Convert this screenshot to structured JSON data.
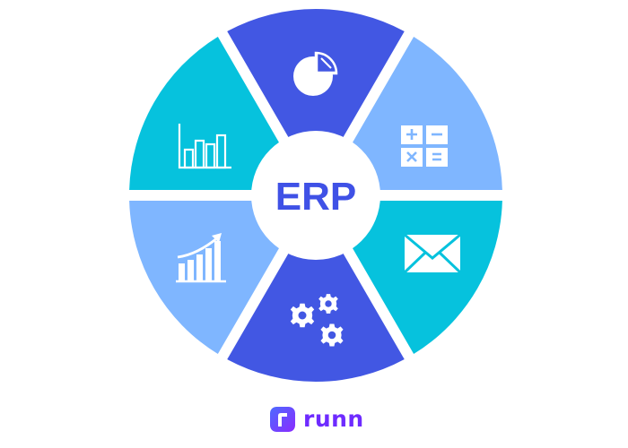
{
  "center": {
    "label": "ERP"
  },
  "segments": [
    {
      "name": "pie-chart",
      "icon": "pie-chart-icon",
      "color": "#4257e3"
    },
    {
      "name": "calculator",
      "icon": "calculator-icon",
      "color": "#7fb6ff"
    },
    {
      "name": "email",
      "icon": "envelope-icon",
      "color": "#06c2dd"
    },
    {
      "name": "settings",
      "icon": "gears-icon",
      "color": "#4257e3"
    },
    {
      "name": "growth",
      "icon": "growth-chart-icon",
      "color": "#7fb6ff"
    },
    {
      "name": "bar-chart",
      "icon": "bar-chart-icon",
      "color": "#06c2dd"
    }
  ],
  "colors": {
    "dark_blue": "#4257e3",
    "light_blue": "#7fb6ff",
    "cyan": "#06c2dd",
    "center_text": "#3f51e6",
    "brand": "#6e2bff"
  },
  "brand": {
    "name": "runn"
  }
}
